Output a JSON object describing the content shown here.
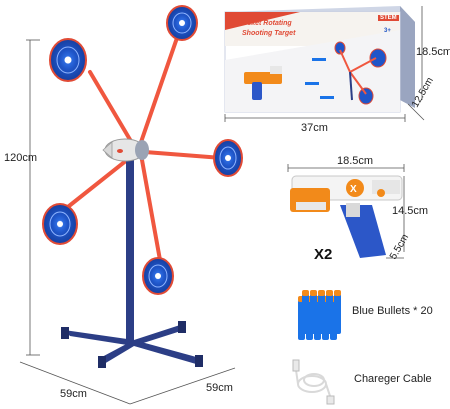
{
  "dimensions": {
    "height": "120cm",
    "base_width": "59cm",
    "base_depth": "59cm",
    "box_length": "37cm",
    "box_height": "18.5cm",
    "box_depth": "12.5cm",
    "gun_length": "18.5cm",
    "gun_height": "14.5cm",
    "gun_thickness": "5.5cm"
  },
  "box": {
    "title_line1": "Rocket Rotating",
    "title_line2": "Shooting Target",
    "badge_stem": "STEM",
    "badge_age": "3+"
  },
  "gun": {
    "quantity": "X2"
  },
  "accessories": {
    "bullets_label": "Blue Bullets * 20",
    "cable_label": "Chareger Cable"
  },
  "colors": {
    "target_blue": "#1f55c8",
    "arm_red": "#f0573f",
    "stand_navy": "#2c3e86",
    "bullet_blue": "#1a73e8",
    "gun_orange": "#f28a1a"
  }
}
